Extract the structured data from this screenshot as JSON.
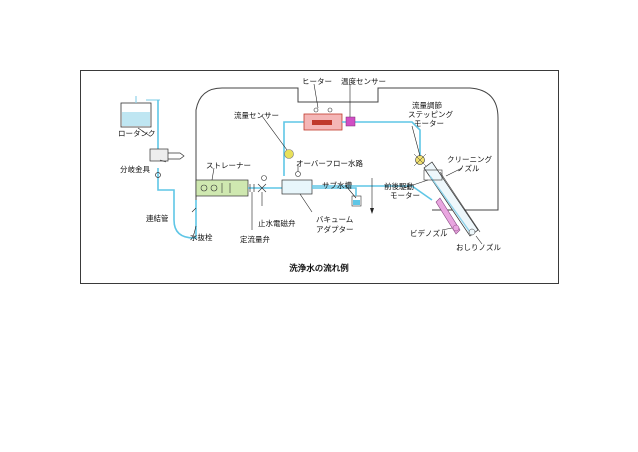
{
  "labels": {
    "heater": "ヒーター",
    "temp_sensor": "温度センサー",
    "flow_sensor": "流量センサー",
    "flow_motor_1": "流量調節",
    "flow_motor_2": "ステッピング",
    "flow_motor_3": "モーター",
    "low_tank": "ロータンク",
    "branch_valve": "分岐金具",
    "strainer": "ストレーナー",
    "overflow": "オーバーフロー水路",
    "sub_tank": "サブ水槽",
    "cleaning_nozzle_1": "クリーニング",
    "cleaning_nozzle_2": "ノズル",
    "drive_motor_1": "前後駆動",
    "drive_motor_2": "モーター",
    "connector_pipe": "連結管",
    "stop_valve": "止水電磁弁",
    "vacuum_adapter_1": "バキューム",
    "vacuum_adapter_2": "アダプター",
    "bidet_nozzle": "ビデノズル",
    "drain_plug": "水抜栓",
    "flow_valve": "定流量弁",
    "oshiri_nozzle": "おしりノズル"
  },
  "caption": "洗浄水の流れ例",
  "colors": {
    "pipe": "#5fc6e6",
    "heater_fill": "#f4b6b6",
    "heater_panel": "#c0392b",
    "temp_sensor": "#d04fc4",
    "flow_sensor": "#e8e05a",
    "strainer_fill": "#cfe8b0",
    "sub_tank_water": "#5fc6e6",
    "bidet_nozzle": "#e9a6e0"
  }
}
